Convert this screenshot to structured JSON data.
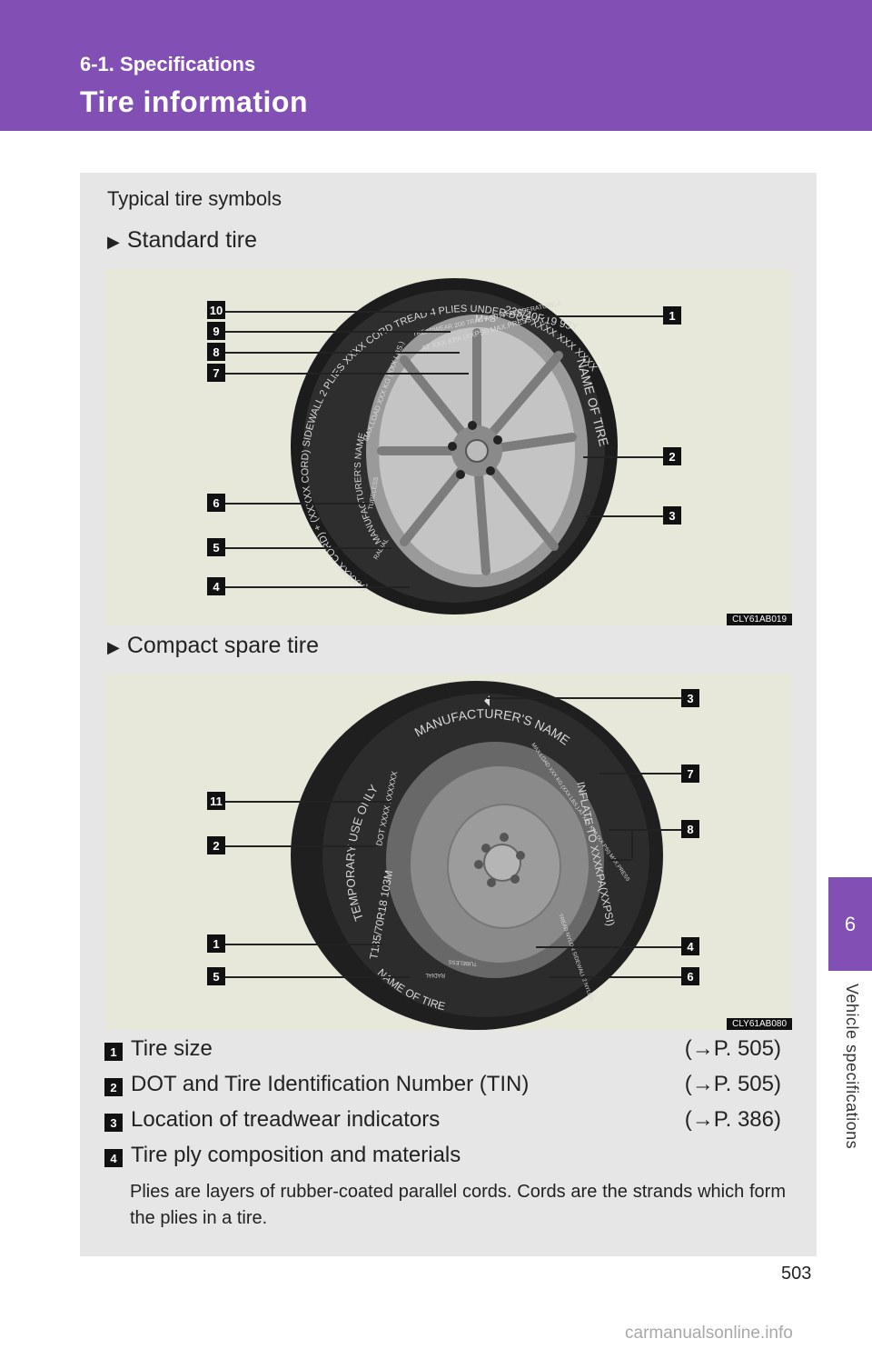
{
  "header": {
    "section": "6-1. Specifications",
    "title": "Tire information"
  },
  "side_tab": {
    "number": "6",
    "label": "Vehicle specifications"
  },
  "panel": {
    "heading": "Typical tire symbols",
    "standard": {
      "label": "Standard tire",
      "figure_code": "CLY61AB019",
      "tire_texts": {
        "size": "225/40R19 93Y",
        "ms": "M+S",
        "treadwear": "TREADWEAR 200 TRACTION AA TEMPERATURE A",
        "maxpress": "AT XXX KPA (XXPSI) MAX.PRESS.",
        "maxload": "MAX.LOAD XXX KG (XXX LBS.)",
        "maker": "MANUFACTURER'S NAME",
        "name": "NAME OF TIRE",
        "dot": "DOT XXXX XXX XXXX",
        "plies": "TREAD 4 PLIES UNDER",
        "sidewall": "SIDEWALL 2 PLIES XXXX CORD",
        "cord": "(XXXXX CORD) + (XXXXX CORD)",
        "tubeless": "TUBELESS",
        "radial": "RADIAL"
      },
      "callouts": [
        {
          "num": "10"
        },
        {
          "num": "9"
        },
        {
          "num": "8"
        },
        {
          "num": "7"
        },
        {
          "num": "6"
        },
        {
          "num": "5"
        },
        {
          "num": "4"
        },
        {
          "num": "1"
        },
        {
          "num": "2"
        },
        {
          "num": "3"
        }
      ]
    },
    "compact": {
      "label": "Compact spare tire",
      "figure_code": "CLY61AB080",
      "tire_texts": {
        "maker": "MANUFACTURER'S NAME",
        "maxload": "MAX.LOAD XXX KG (XXX LBS.) AT XXX KPA (XX PSI) MAX.PRESS",
        "inflate": "INFLATE TO XXXKPA(XXPSI)",
        "temporary": "TEMPORARY USE ONLY",
        "dot": "DOT XXXX XXXXXX",
        "size": "T135/70R18 103M",
        "tread": "TREAD NYLON SIDEWALL 2 NYLON",
        "tubeless": "TUBELESS",
        "radial": "RADIAL",
        "name": "NAME OF TIRE"
      },
      "callouts": [
        {
          "num": "3"
        },
        {
          "num": "7"
        },
        {
          "num": "8"
        },
        {
          "num": "11"
        },
        {
          "num": "2"
        },
        {
          "num": "1"
        },
        {
          "num": "4"
        },
        {
          "num": "5"
        },
        {
          "num": "6"
        }
      ]
    },
    "items": [
      {
        "num": "1",
        "text": "Tire size",
        "ref": "(→P. 505)"
      },
      {
        "num": "2",
        "text": "DOT and Tire Identification Number (TIN)",
        "ref": "(→P. 505)"
      },
      {
        "num": "3",
        "text": "Location of treadwear indicators",
        "ref": "(→P. 386)"
      },
      {
        "num": "4",
        "text": "Tire ply composition and materials",
        "ref": ""
      }
    ],
    "description": "Plies are layers of rubber-coated parallel cords. Cords are the strands which form the plies in a tire."
  },
  "page_number": "503",
  "watermark": "carmanualsonline.info",
  "colors": {
    "accent": "#8250b4",
    "panel": "#e6e6e6",
    "figure_bg": "#e7e7da"
  }
}
